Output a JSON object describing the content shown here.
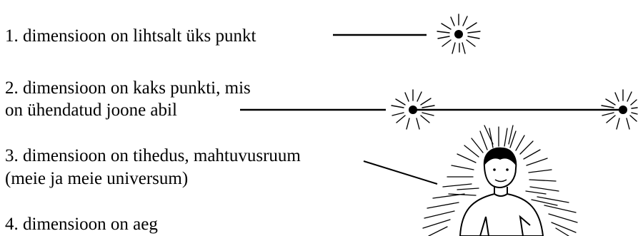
{
  "items": [
    {
      "lines": [
        "1. dimensioon on lihtsalt üks punkt"
      ]
    },
    {
      "lines": [
        "2. dimensioon on kaks punkti, mis",
        "on ühendatud joone abil"
      ]
    },
    {
      "lines": [
        "3. dimensioon on tihedus, mahtuvusruum",
        "(meie ja meie universum)"
      ]
    },
    {
      "lines": [
        "4. dimensioon on aeg"
      ]
    }
  ],
  "icons": [
    "point-star-icon",
    "line-star-icon",
    "person-glow-icon"
  ]
}
